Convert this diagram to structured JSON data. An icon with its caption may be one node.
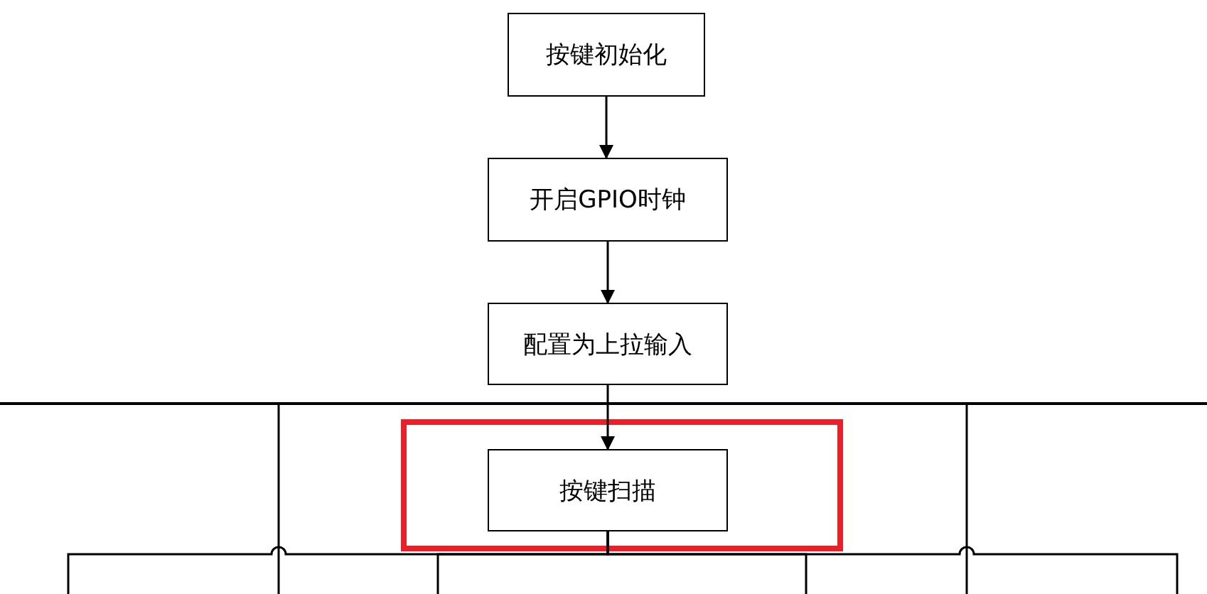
{
  "diagram": {
    "nodes": [
      {
        "text": [
          "按键初始化"
        ]
      },
      {
        "text": [
          "开启GPIO时钟"
        ]
      },
      {
        "text": [
          "配置为上拉输入"
        ]
      },
      {
        "text": [
          "按键扫描"
        ]
      }
    ],
    "edges": [
      {
        "from": 0,
        "to": 1,
        "arrow": "to"
      },
      {
        "from": 1,
        "to": 2,
        "arrow": "to"
      },
      {
        "from": 2,
        "to": 3,
        "arrow": "to"
      },
      {
        "from": 3,
        "to": null,
        "arrow": "none"
      },
      {
        "from": 3,
        "to": null,
        "arrow": "none"
      },
      {
        "from": 3,
        "to": null,
        "arrow": "none"
      },
      {
        "from": 3,
        "to": null,
        "arrow": "none"
      }
    ]
  }
}
